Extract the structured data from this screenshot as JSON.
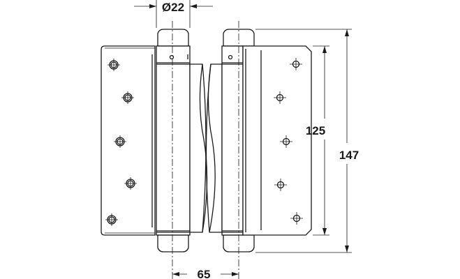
{
  "dimensions": {
    "pin_diameter": "Ø22",
    "axis_distance": "65",
    "plate_height": "125",
    "overall_height": "147"
  },
  "colors": {
    "line": "#1a1a1a",
    "background": "#ffffff"
  }
}
